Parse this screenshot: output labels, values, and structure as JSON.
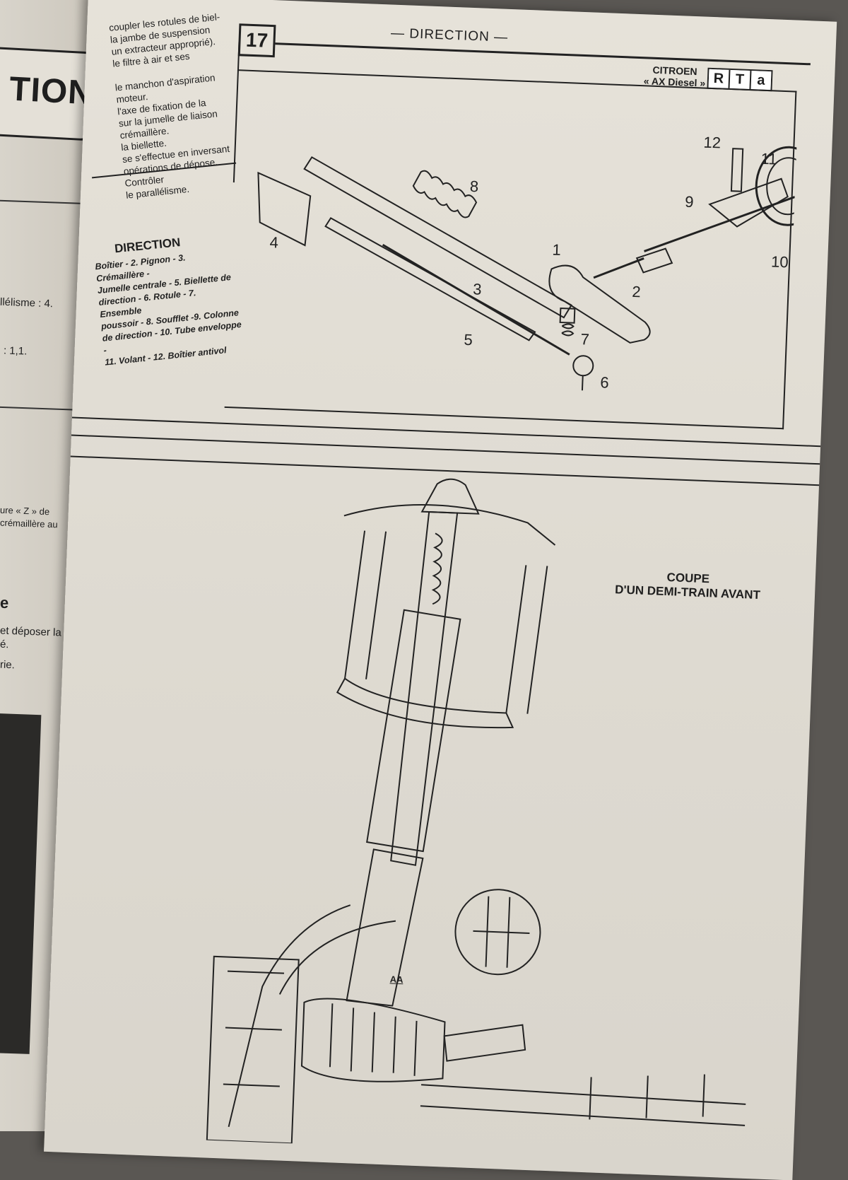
{
  "left_page": {
    "tab_title": "TION",
    "snippets": [
      "llélisme : 4.",
      ": 1,1.",
      "ure « Z » de",
      "crémaillère au",
      "e",
      "et déposer la",
      "é.",
      "rie."
    ]
  },
  "header": {
    "page_number": "17",
    "section": "— DIRECTION —",
    "brand_line1": "CITROEN",
    "brand_line2": "« AX Diesel »",
    "logo": [
      "R",
      "T",
      "a"
    ]
  },
  "intro_lines": [
    "coupler les rotules de biel-",
    "la jambe de suspension",
    "un extracteur approprié).",
    "le filtre à air et ses",
    "",
    "le manchon d'aspiration",
    "moteur.",
    "l'axe de fixation de la",
    "sur la jumelle de liaison",
    "crémaillère.",
    "la biellette.",
    "se s'effectue en inversant",
    "opérations de dépose. Contrôler",
    "le parallélisme."
  ],
  "legend": {
    "title": "DIRECTION",
    "lines": [
      "Boîtier - 2. Pignon - 3. Crémaillère -",
      "Jumelle centrale - 5. Biellette de",
      "direction - 6. Rotule - 7. Ensemble",
      "poussoir - 8. Soufflet -9. Colonne",
      "de direction - 10. Tube enveloppe -",
      "11. Volant - 12. Boîtier antivol"
    ]
  },
  "callouts": [
    "1",
    "2",
    "3",
    "4",
    "5",
    "6",
    "7",
    "8",
    "9",
    "10",
    "11",
    "12"
  ],
  "bottom_section": {
    "title_line1": "COUPE",
    "title_line2": "D'UN DEMI-TRAIN AVANT",
    "detail_label": "AA"
  }
}
